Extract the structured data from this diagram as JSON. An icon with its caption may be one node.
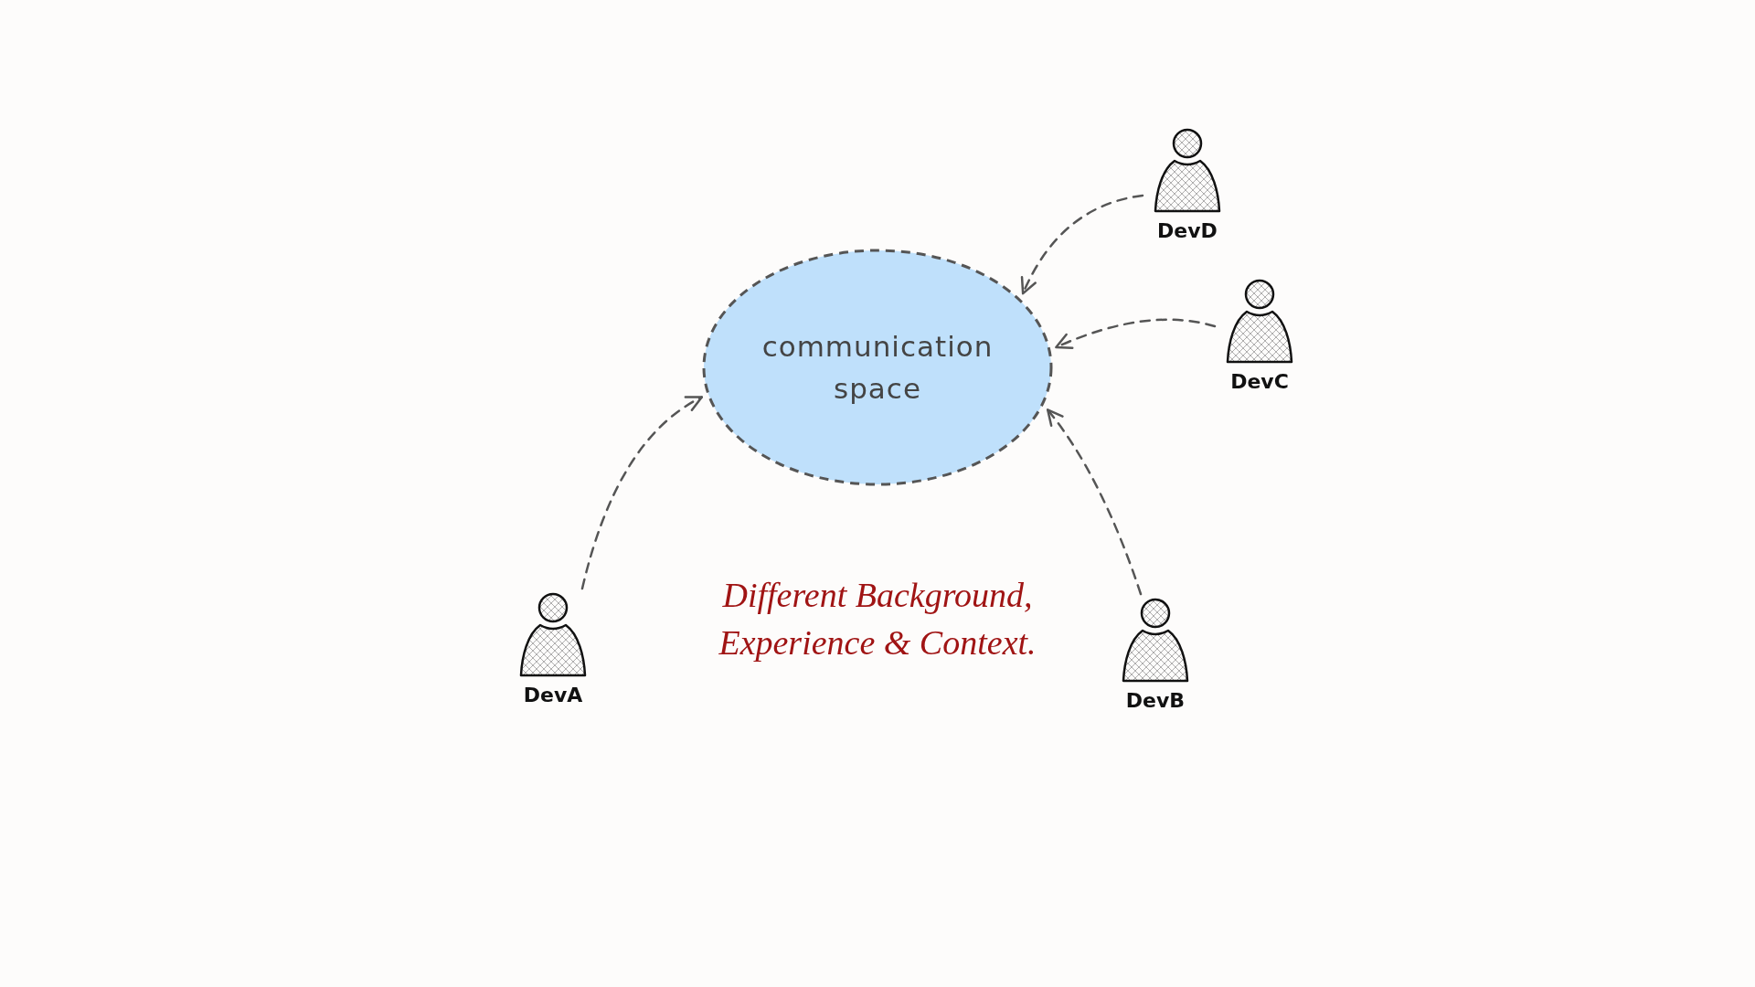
{
  "diagram": {
    "nodes": [
      {
        "text": [
          "communication space"
        ]
      },
      {
        "text": [
          "DevD"
        ]
      },
      {
        "text": [
          "DevC"
        ]
      },
      {
        "text": [
          "DevA"
        ]
      },
      {
        "text": [
          "DevB"
        ]
      }
    ],
    "edges": [
      {
        "from": 1,
        "to": 0,
        "arrow": "to",
        "style": "dashed"
      },
      {
        "from": 2,
        "to": 0,
        "arrow": "to",
        "style": "dashed"
      },
      {
        "from": 3,
        "to": 0,
        "arrow": "to",
        "style": "dashed"
      },
      {
        "from": 4,
        "to": 0,
        "arrow": "to",
        "style": "dashed"
      }
    ],
    "labels": [
      "Different Background, Experience & Context."
    ]
  }
}
